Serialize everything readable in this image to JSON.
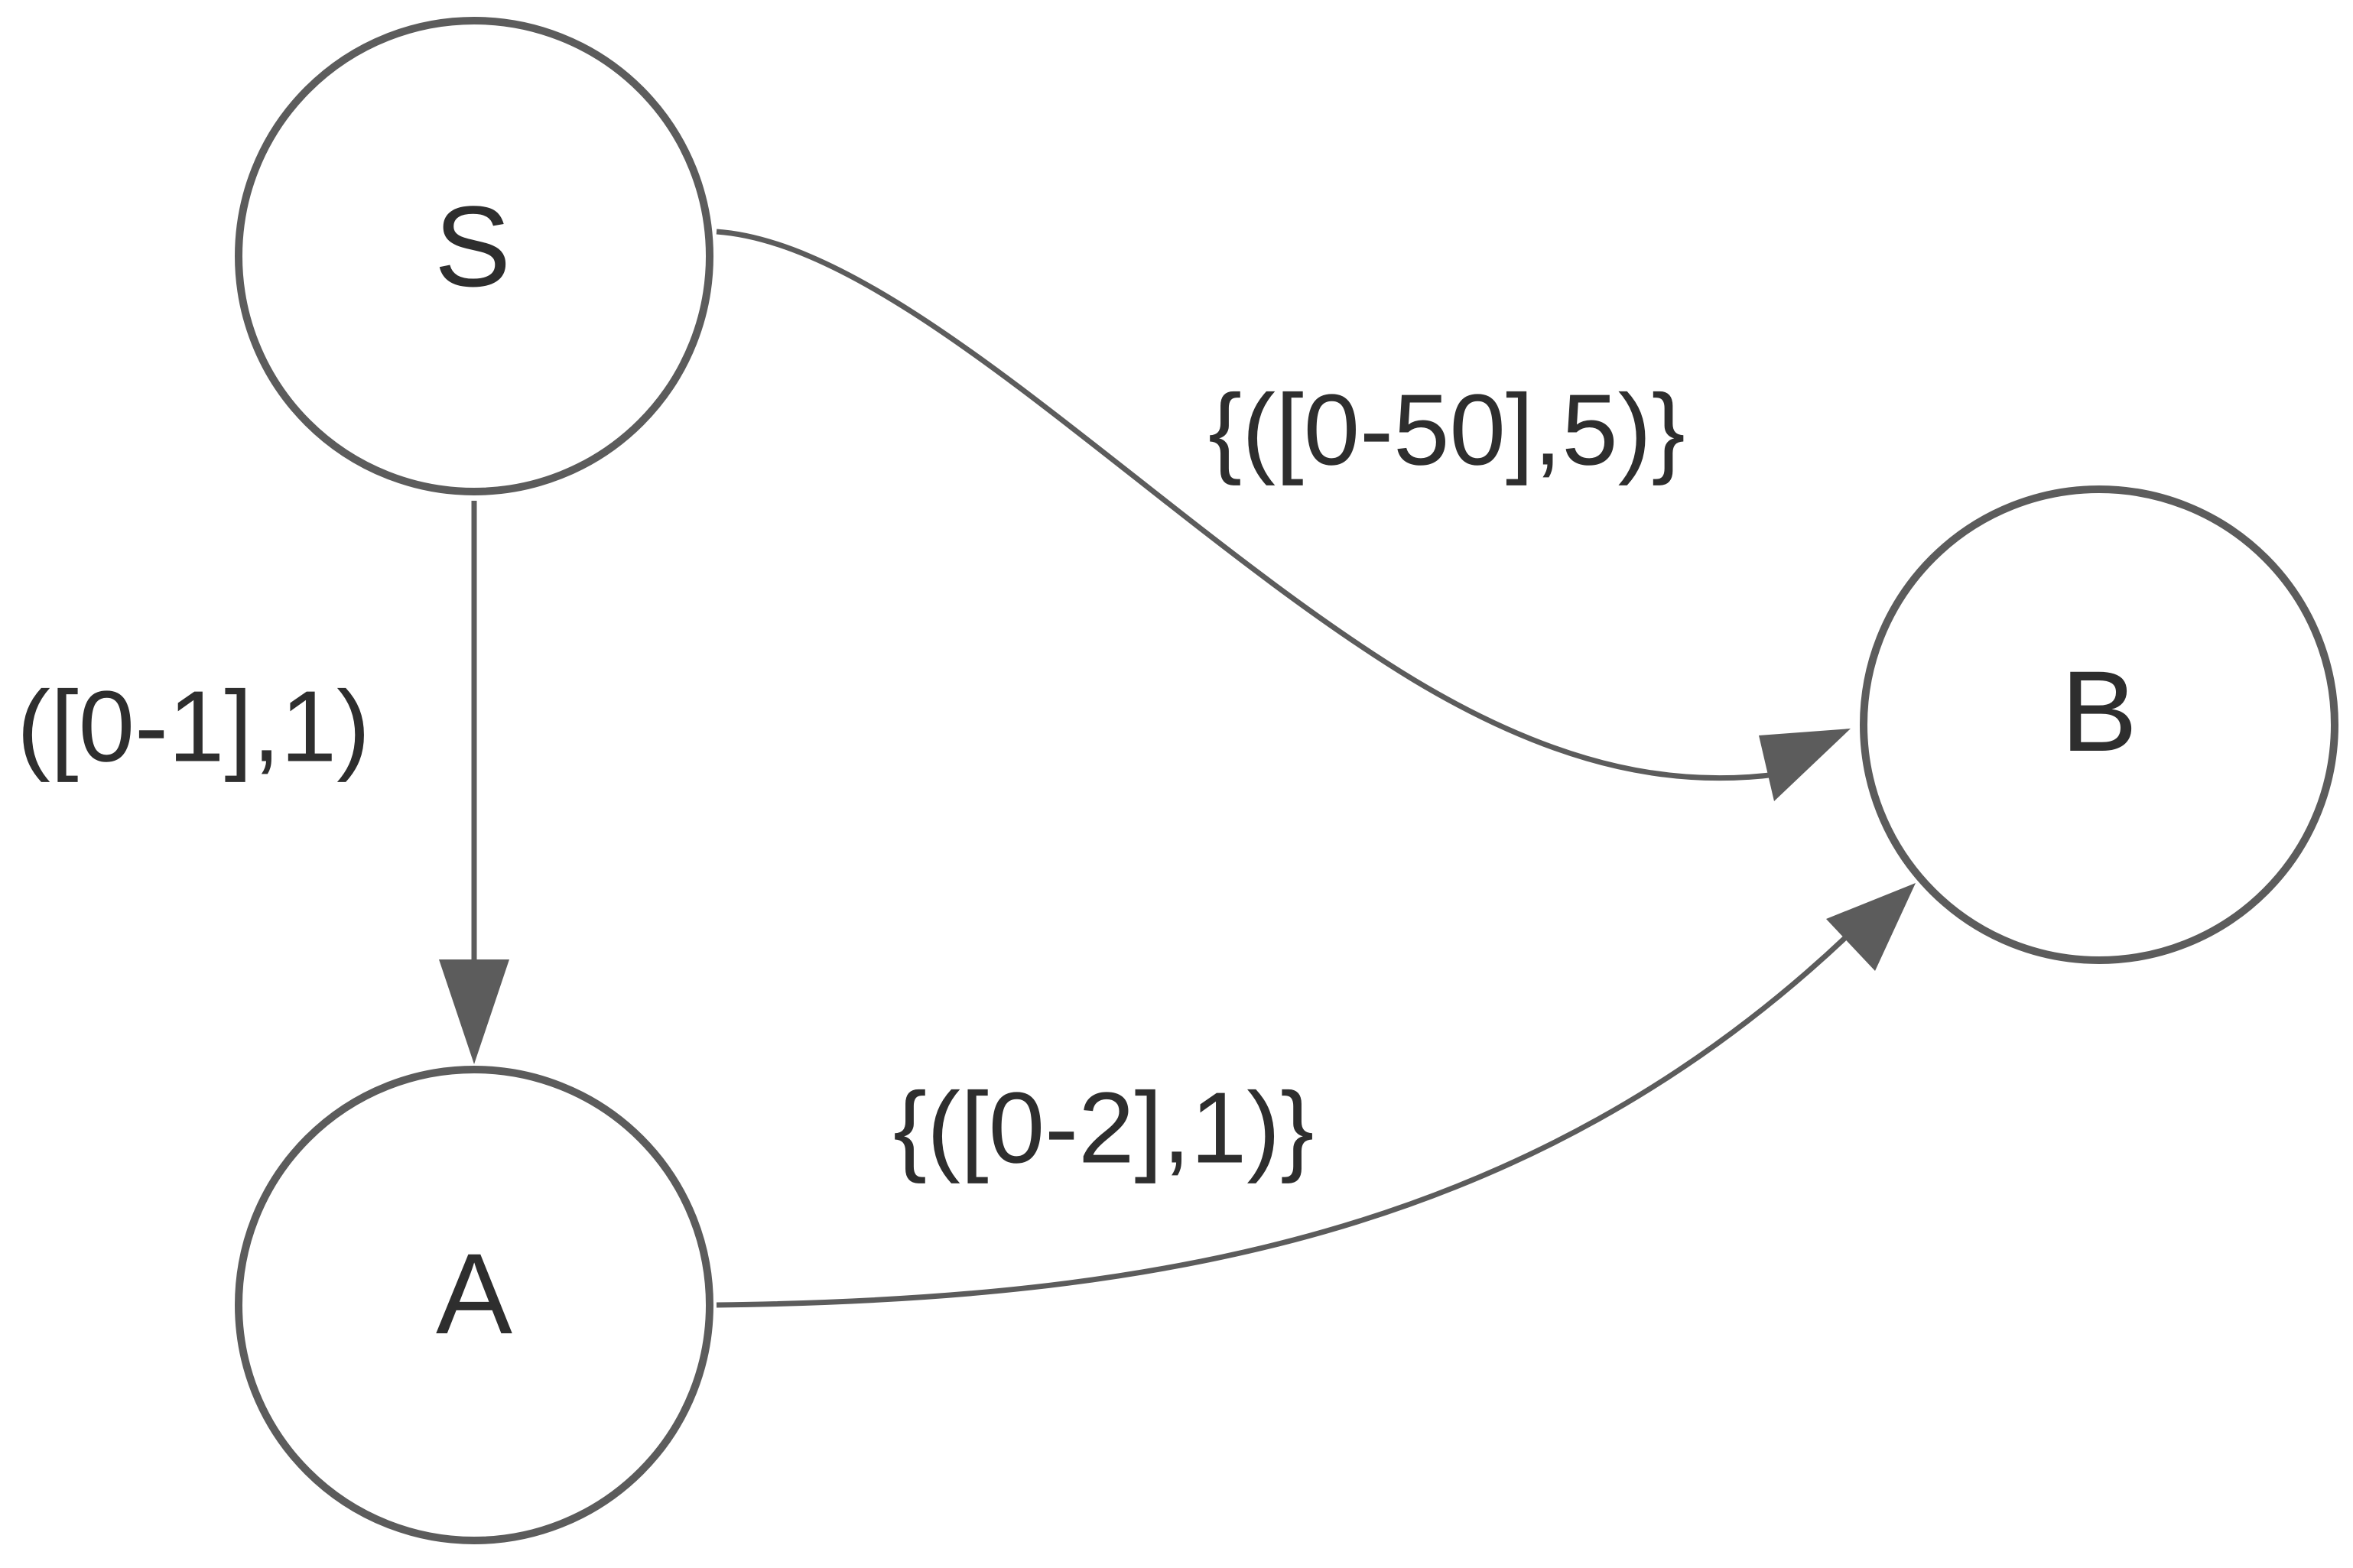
{
  "diagram": {
    "nodes": [
      {
        "id": "S",
        "label": "S"
      },
      {
        "id": "A",
        "label": "A"
      },
      {
        "id": "B",
        "label": "B"
      }
    ],
    "edges": [
      {
        "from": "S",
        "to": "A",
        "label": "([0-1],1)"
      },
      {
        "from": "S",
        "to": "B",
        "label": "{([0-50],5)}"
      },
      {
        "from": "A",
        "to": "B",
        "label": "{([0-2],1)}"
      }
    ]
  },
  "colors": {
    "stroke": "#5c5c5c",
    "text": "#2e2e2e",
    "background": "#ffffff"
  }
}
